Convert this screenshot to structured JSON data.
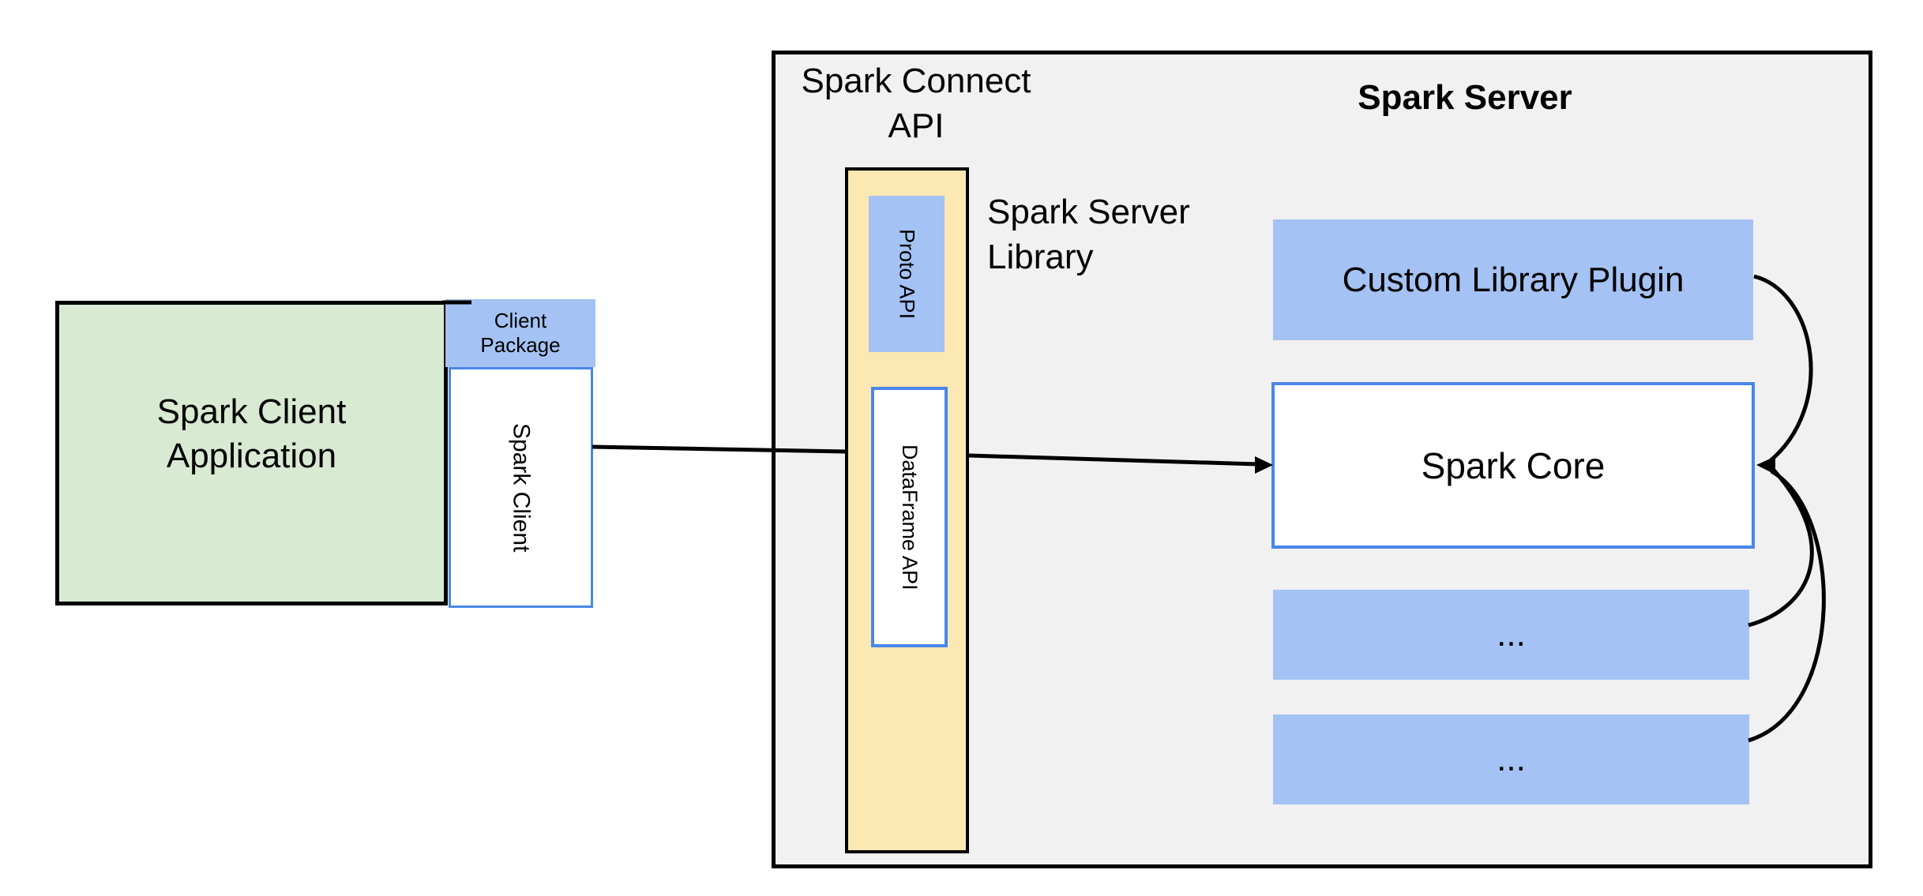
{
  "client_area": {
    "app_title_l1": "Spark Client",
    "app_title_l2": "Application",
    "package_l1": "Client",
    "package_l2": "Package",
    "spark_client_label": "Spark Client"
  },
  "connect_area": {
    "title_l1": "Spark Connect",
    "title_l2": "API",
    "proto_api_label": "Proto API",
    "dataframe_api_label": "DataFrame API",
    "library_l1": "Spark Server",
    "library_l2": "Library"
  },
  "server_area": {
    "title": "Spark Server",
    "plugin_label": "Custom Library Plugin",
    "core_label": "Spark Core",
    "more_1": "...",
    "more_2": "..."
  },
  "colors": {
    "green_fill": "#d9ead3",
    "blue_fill": "#a4c2f4",
    "blue_border": "#4a86e8",
    "yellow_fill": "#fce8b2",
    "gray_fill": "#f1f1f1",
    "line_black": "#000000"
  }
}
